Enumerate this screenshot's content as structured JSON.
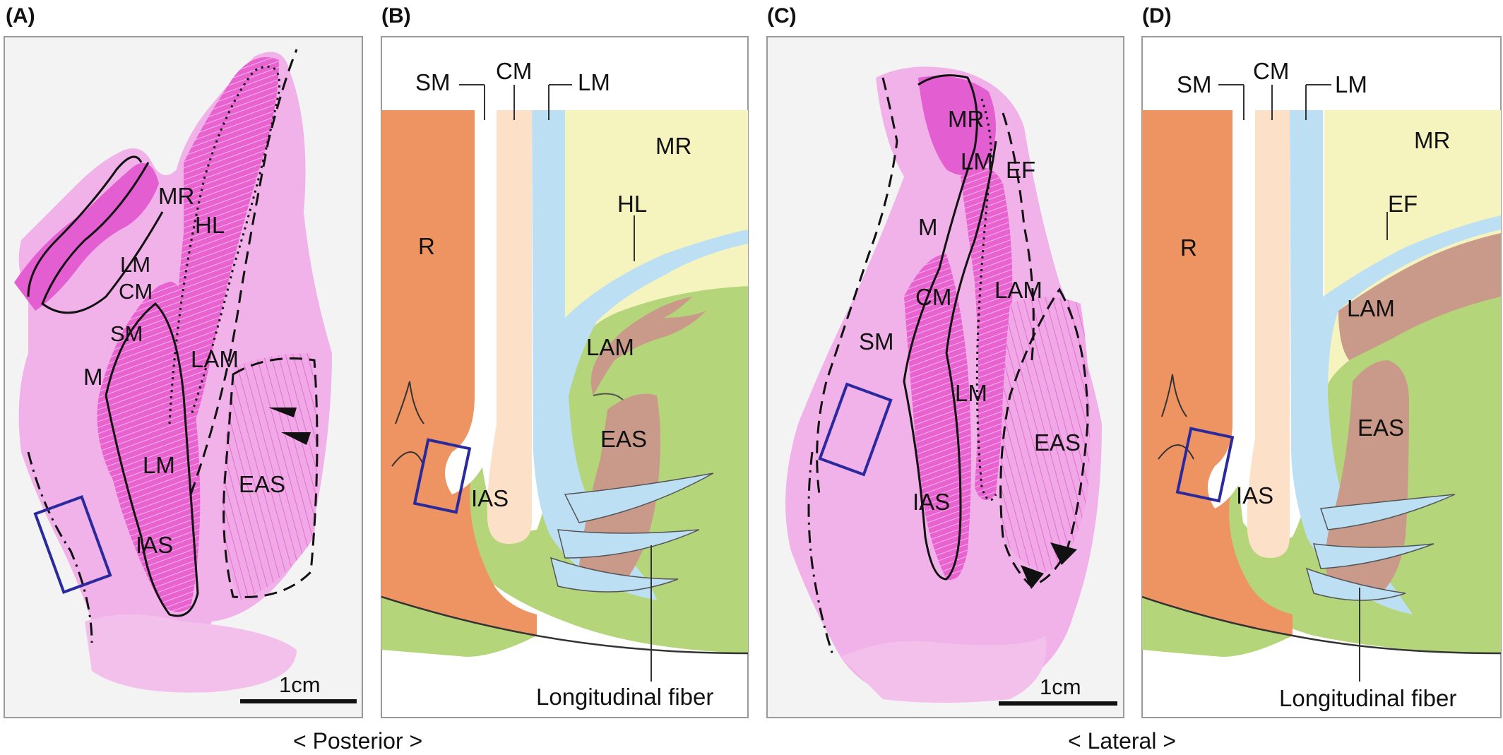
{
  "panels": {
    "a": {
      "label": "(A)",
      "labels": {
        "mr": "MR",
        "hl": "HL",
        "lm_top": "LM",
        "cm": "CM",
        "sm": "SM",
        "m": "M",
        "lam": "LAM",
        "lm": "LM",
        "eas": "EAS",
        "ias": "IAS"
      },
      "scale_bar": "1cm"
    },
    "b": {
      "label": "(B)",
      "labels": {
        "sm": "SM",
        "cm": "CM",
        "lm": "LM",
        "mr": "MR",
        "r": "R",
        "hl": "HL",
        "lam": "LAM",
        "eas": "EAS",
        "ias": "IAS",
        "fiber": "Longitudinal fiber"
      }
    },
    "c": {
      "label": "(C)",
      "labels": {
        "mr": "MR",
        "lm_top": "LM",
        "ef": "EF",
        "m": "M",
        "cm": "CM",
        "lam": "LAM",
        "sm": "SM",
        "lm": "LM",
        "eas": "EAS",
        "ias": "IAS"
      },
      "scale_bar": "1cm"
    },
    "d": {
      "label": "(D)",
      "labels": {
        "sm": "SM",
        "cm": "CM",
        "lm": "LM",
        "mr": "MR",
        "r": "R",
        "ef": "EF",
        "lam": "LAM",
        "eas": "EAS",
        "ias": "IAS",
        "fiber": "Longitudinal fiber"
      }
    }
  },
  "captions": {
    "posterior": "< Posterior >",
    "lateral": "< Lateral >"
  },
  "colors": {
    "rectum": "#EE9462",
    "mucosa_rect": "#F5F3BE",
    "circular_muscle": "#FCE1C8",
    "longitudinal_muscle": "#BDDFF4",
    "levator": "#C9998A",
    "fat_region": "#B5D57A",
    "box_outline": "#2A2A9E",
    "histology_stain": "#E05CCB"
  }
}
